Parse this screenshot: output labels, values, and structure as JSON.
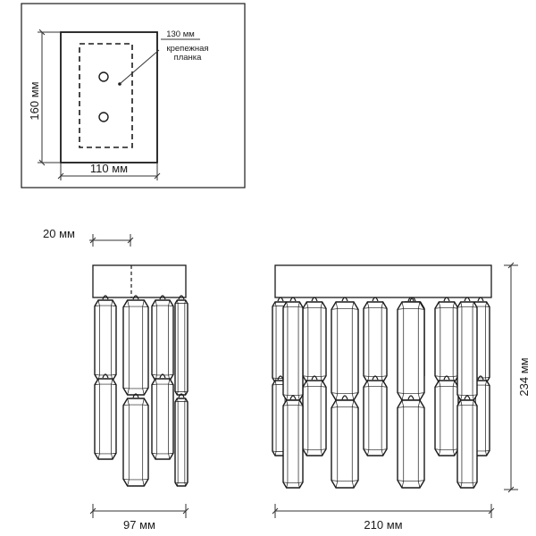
{
  "mount_plate": {
    "label_width": "110 мм",
    "label_height": "160 мм",
    "label_bracket_size": "130 мм",
    "label_bracket_name_line1": "крепежная",
    "label_bracket_name_line2": "планка"
  },
  "side_view": {
    "label_offset": "20 мм",
    "label_depth": "97 мм"
  },
  "front_view": {
    "label_width": "210 мм",
    "label_height": "234 мм"
  }
}
